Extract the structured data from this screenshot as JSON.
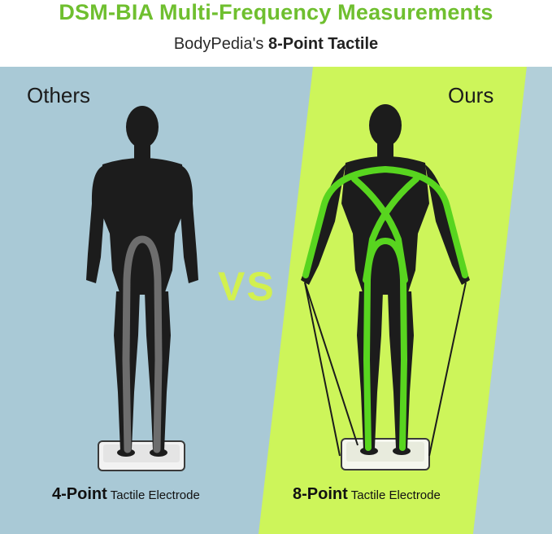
{
  "header": {
    "title": "DSM-BIA Multi-Frequency Measurements",
    "subtitle_prefix": "BodyPedia's ",
    "subtitle_bold": "8-Point Tactile"
  },
  "panels": {
    "left_label": "Others",
    "right_label": "Ours",
    "vs_label": "VS"
  },
  "captions": {
    "left_bold": "4-Point",
    "left_rest": "Tactile Electrode",
    "right_bold": "8-Point",
    "right_rest": "Tactile Electrode"
  },
  "colors": {
    "title_green": "#6fbf2f",
    "left_bg": "#a9c9d6",
    "right_bg": "#cdf55a",
    "silhouette": "#1c1c1c",
    "left_path": "#6d6d6d",
    "right_path": "#58d51f",
    "vs": "#d2f04f"
  }
}
